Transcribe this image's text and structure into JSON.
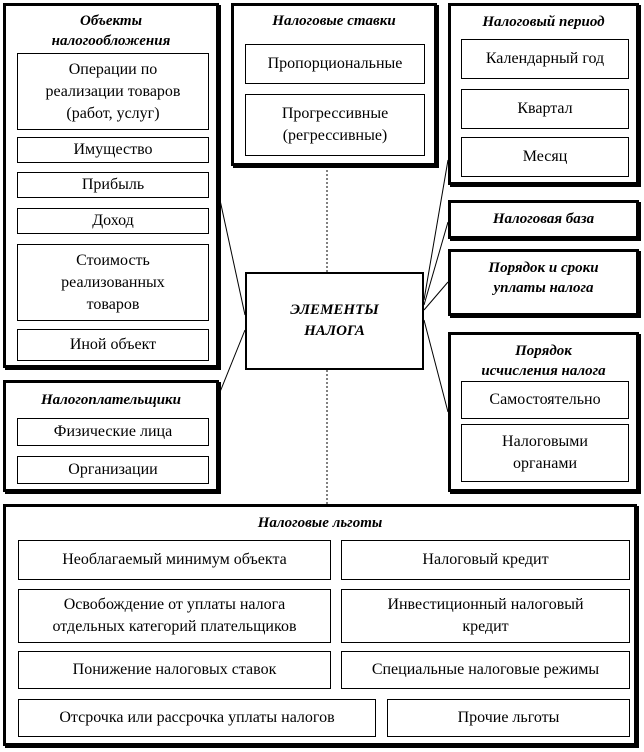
{
  "center": {
    "line1": "ЭЛЕМЕНТЫ",
    "line2": "НАЛОГА"
  },
  "objects": {
    "title1": "Объекты",
    "title2": "налогообложения",
    "items": [
      [
        "Операции по",
        "реализации товаров",
        "(работ, услуг)"
      ],
      [
        "Имущество"
      ],
      [
        "Прибыль"
      ],
      [
        "Доход"
      ],
      [
        "Стоимость",
        "реализованных",
        "товаров"
      ],
      [
        "Иной объект"
      ]
    ]
  },
  "payers": {
    "title": "Налогоплательщики",
    "items": [
      "Физические лица",
      "Организации"
    ]
  },
  "rates": {
    "title": "Налоговые ставки",
    "items": [
      [
        "Пропорциональные"
      ],
      [
        "Прогрессивные",
        "(регрессивные)"
      ]
    ]
  },
  "period": {
    "title": "Налоговый период",
    "items": [
      "Календарный год",
      "Квартал",
      "Месяц"
    ]
  },
  "base": {
    "title": "Налоговая база"
  },
  "payment": {
    "title1": "Порядок и сроки",
    "title2": "уплаты налога"
  },
  "calc": {
    "title1": "Порядок",
    "title2": "исчисления налога",
    "items": [
      [
        "Самостоятельно"
      ],
      [
        "Налоговыми",
        "органами"
      ]
    ]
  },
  "benefits": {
    "title": "Налоговые льготы",
    "items": [
      [
        "Необлагаемый минимум объекта"
      ],
      [
        "Налоговый кредит"
      ],
      [
        "Освобождение от уплаты налога",
        "отдельных категорий плательщиков"
      ],
      [
        "Инвестиционный налоговый",
        "кредит"
      ],
      [
        "Понижение налоговых ставок"
      ],
      [
        "Специальные налоговые режимы"
      ],
      [
        "Отсрочка или рассрочка уплаты налогов"
      ],
      [
        "Прочие льготы"
      ]
    ]
  }
}
